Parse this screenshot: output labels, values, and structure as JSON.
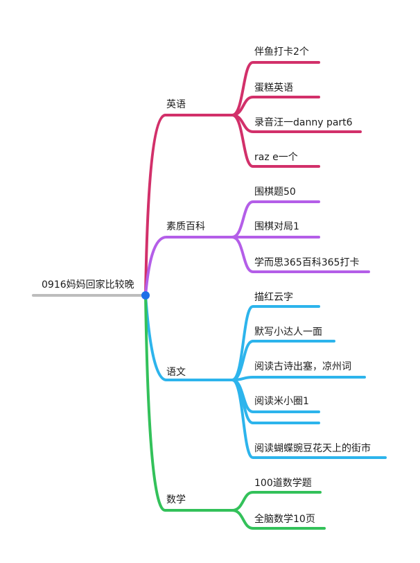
{
  "root": {
    "label": "0916妈妈回家比较晚",
    "dot_color": "#1e6fe8",
    "line_color": "#bdbdbd"
  },
  "branches": [
    {
      "label": "英语",
      "color": "#d2306a",
      "leaves": [
        "伴鱼打卡2个",
        "蛋糕英语",
        "录音汪一danny  part6",
        "raz e一个"
      ]
    },
    {
      "label": "素质百科",
      "color": "#b45ee8",
      "leaves": [
        "围棋题50",
        "围棋对局1",
        "学而思365百科365打卡"
      ]
    },
    {
      "label": "语文",
      "color": "#2db4ec",
      "leaves": [
        "描红云字",
        "默写小达人一面",
        "阅读古诗出塞，凉州词",
        "阅读米小圈1",
        "",
        "阅读蝴蝶豌豆花天上的街市"
      ]
    },
    {
      "label": "数学",
      "color": "#33c15a",
      "leaves": [
        "100道数学题",
        "全脑数学10页"
      ]
    }
  ]
}
